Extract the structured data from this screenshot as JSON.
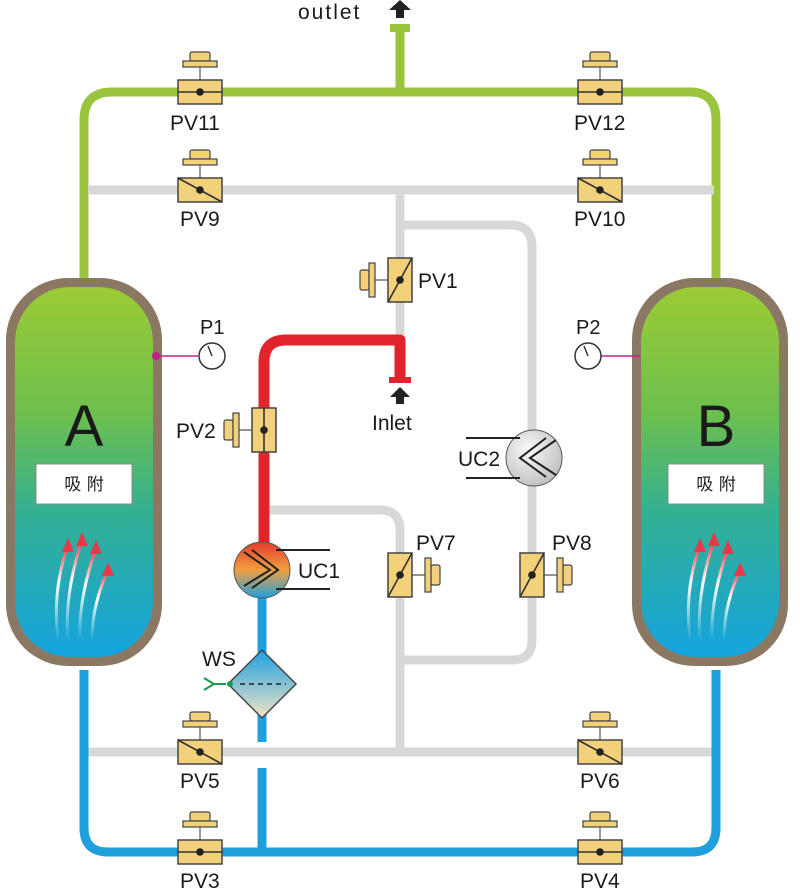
{
  "labels": {
    "outlet": "outlet",
    "inlet": "Inlet",
    "tank_a": "A",
    "tank_b": "B",
    "tank_a_caption": "吸 附",
    "tank_b_caption": "吸 附",
    "p1": "P1",
    "p2": "P2",
    "uc1": "UC1",
    "uc2": "UC2",
    "ws": "WS",
    "pv1": "PV1",
    "pv2": "PV2",
    "pv3": "PV3",
    "pv4": "PV4",
    "pv5": "PV5",
    "pv6": "PV6",
    "pv7": "PV7",
    "pv8": "PV8",
    "pv9": "PV9",
    "pv10": "PV10",
    "pv11": "PV11",
    "pv12": "PV12"
  },
  "colors": {
    "green_line": "#9ac43c",
    "gray_line": "#d6d6d6",
    "red_line": "#e3232b",
    "blue_line": "#1da0dc",
    "tank_shell": "#8b7863",
    "valve_body": "#f3d07a",
    "gauge_tap": "#c0208a"
  }
}
